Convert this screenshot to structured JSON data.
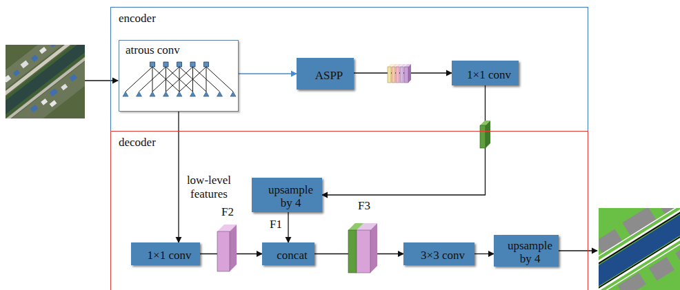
{
  "diagram": {
    "nodes": [
      {
        "text": [
          "encoder"
        ]
      },
      {
        "text": [
          "atrous conv"
        ],
        "in": 0
      },
      {
        "text": [
          "ASPP"
        ],
        "in": 0
      },
      {
        "text": [
          "1×1 conv"
        ],
        "in": 0
      },
      {
        "text": [
          "decoder"
        ]
      },
      {
        "text": [
          "upsample by 4"
        ],
        "in": 4
      },
      {
        "text": [
          "1×1 conv"
        ],
        "in": 4
      },
      {
        "text": [
          "concat"
        ],
        "in": 4
      },
      {
        "text": [
          "3×3 conv"
        ],
        "in": 4
      },
      {
        "text": [
          "upsample by 4"
        ],
        "in": 4
      }
    ],
    "edges": [
      {
        "from": 1,
        "to": 2,
        "arrow": "to"
      },
      {
        "from": 2,
        "to": 3,
        "arrow": "to"
      },
      {
        "from": 3,
        "to": 5,
        "arrow": "to"
      },
      {
        "from": 1,
        "to": 6,
        "label": "low-level features",
        "arrow": "to"
      },
      {
        "from": 5,
        "to": 7,
        "arrow": "to"
      },
      {
        "from": 6,
        "to": 7,
        "arrow": "to"
      },
      {
        "from": 7,
        "to": 8,
        "arrow": "to"
      },
      {
        "from": 8,
        "to": 9,
        "arrow": "to"
      }
    ],
    "labels": [
      "F1",
      "F2",
      "F3"
    ]
  }
}
